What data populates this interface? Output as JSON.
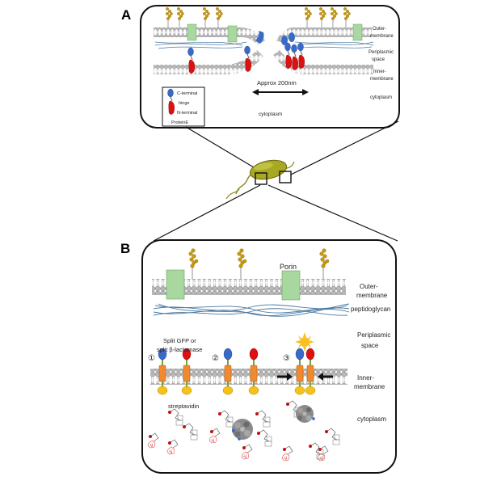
{
  "panel_a": {
    "letter": "A",
    "outer_membrane_1": "Outer-",
    "outer_membrane_2": "membrane",
    "periplasmic_1": "Periplasmic",
    "periplasmic_2": "space",
    "inner_membrane_1": "Inner-",
    "inner_membrane_2": "membrane",
    "cytoplasm_right": "cytoplasm",
    "cytoplasm_center": "cytoplasm",
    "distance": "Approx 200nm",
    "legend": {
      "c_terminal": "C-terminal",
      "hinge": "hinge",
      "n_terminal": "N-terminal",
      "title": "ProteinE"
    }
  },
  "panel_b": {
    "letter": "B",
    "porin": "Porin",
    "outer_membrane_1": "Outer-",
    "outer_membrane_2": "membrane",
    "peptidoglycan": "peptidoglycan",
    "periplasmic_1": "Periplasmic",
    "periplasmic_2": "space",
    "split_1": "Split GFP or",
    "split_2": "split β-lactamase",
    "inner_membrane_1": "Inner-",
    "inner_membrane_2": "membrane",
    "streptavidin": "streptavidin",
    "cytoplasm": "cytoplasm",
    "step_1": "①",
    "step_2": "②",
    "step_3": "③"
  },
  "colors": {
    "lipid_head": "#b0b0b0",
    "porin": "#a8d8a0",
    "lps": "#c8980c",
    "peptidoglycan": "#4a78a0",
    "protein_red": "#dd1111",
    "protein_blue": "#3a6ac8",
    "orange_tm": "#f08a30",
    "yellow_streptavidin": "#f6c21a",
    "bacterium": "#a8a822",
    "sun": "#f8c020"
  }
}
